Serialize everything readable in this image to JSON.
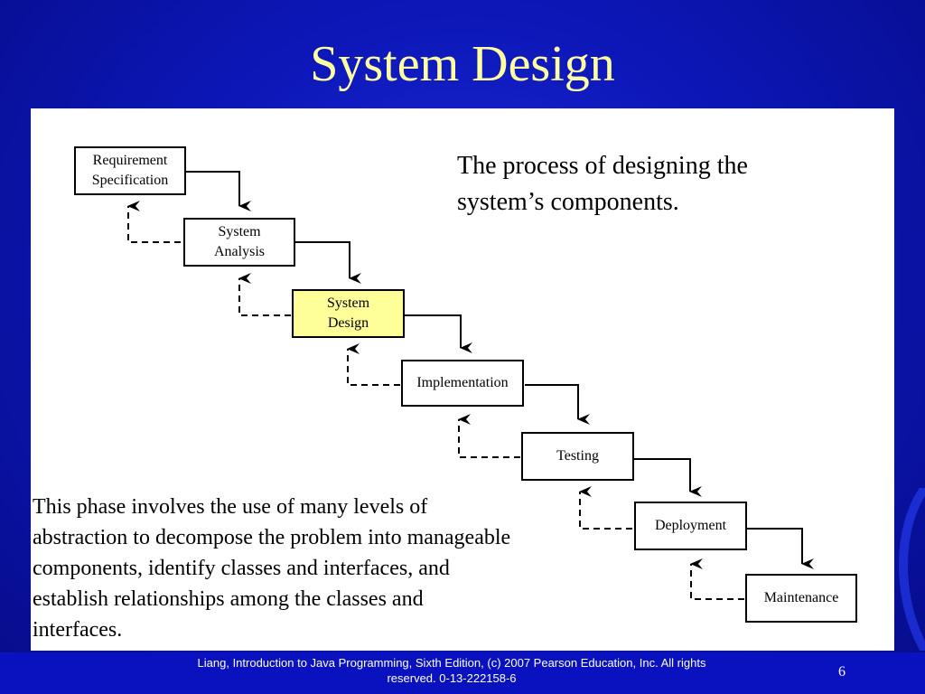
{
  "slide": {
    "title": "System Design",
    "intro": "The process of designing the system’s components.",
    "detail": "This phase involves the use of many levels of abstraction to decompose the problem into manageable components, identify classes and interfaces, and establish relationships among the classes and interfaces.",
    "footer": "Liang, Introduction to Java Programming, Sixth Edition, (c) 2007 Pearson Education, Inc. All rights reserved. 0-13-222158-6",
    "page_number": "6"
  },
  "diagram": {
    "phases": [
      {
        "label": "Requirement\nSpecification"
      },
      {
        "label": "System\nAnalysis"
      },
      {
        "label": "System\nDesign"
      },
      {
        "label": "Implementation"
      },
      {
        "label": "Testing"
      },
      {
        "label": "Deployment"
      },
      {
        "label": "Maintenance"
      }
    ],
    "highlight_color": "#ffff99"
  }
}
